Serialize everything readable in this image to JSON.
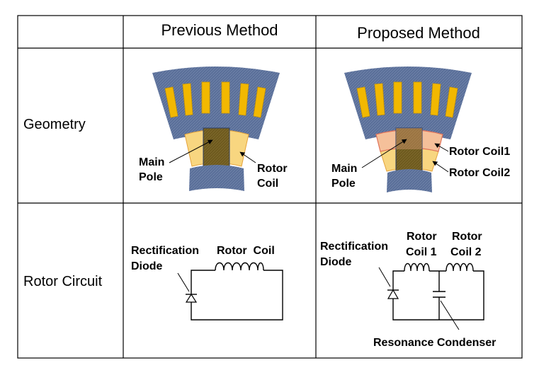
{
  "table": {
    "headers": [
      "Previous Method",
      "Proposed Method"
    ],
    "rows": [
      "Geometry",
      "Rotor Circuit"
    ]
  },
  "previous": {
    "geometry": {
      "main_pole_line1": "Main",
      "main_pole_line2": "Pole",
      "rotor_coil_line1": "Rotor",
      "rotor_coil_line2": "Coil"
    },
    "circuit": {
      "diode_line1": "Rectification",
      "diode_line2": "Diode",
      "coil_label": "Rotor  Coil"
    }
  },
  "proposed": {
    "geometry": {
      "main_pole_line1": "Main",
      "main_pole_line2": "Pole",
      "rotor_coil1": "Rotor Coil1",
      "rotor_coil2": "Rotor Coil2"
    },
    "circuit": {
      "diode_line1": "Rectification",
      "diode_line2": "Diode",
      "coil1_line1": "Rotor",
      "coil1_line2": "Coil 1",
      "coil2_line1": "Rotor",
      "coil2_line2": "Coil 2",
      "condenser": "Resonance Condenser"
    }
  },
  "colors": {
    "stator_steel": "#5a6f99",
    "slot_winding": "#f2b800",
    "rotor_coil": "#f8d680",
    "main_pole": "#6e5a1e",
    "rotor_coil1": "#f5c09a"
  }
}
